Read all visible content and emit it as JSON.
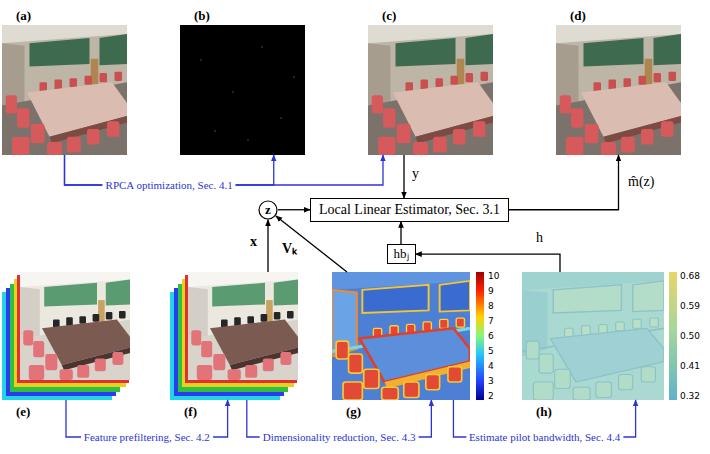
{
  "diagram": {
    "nodes": [
      {
        "text": [
          "(a)"
        ]
      },
      {
        "text": [
          "(b)"
        ]
      },
      {
        "text": [
          "(c)"
        ]
      },
      {
        "text": [
          "(d)"
        ]
      },
      {
        "text": [
          "z"
        ]
      },
      {
        "text": [
          "Local Linear Estimator, Sec. 3.1"
        ]
      },
      {
        "text": [
          "hbⱼ"
        ]
      },
      {
        "text": [
          "(e)"
        ]
      },
      {
        "text": [
          "(f)"
        ]
      },
      {
        "text": [
          "(g)"
        ]
      },
      {
        "text": [
          "(h)"
        ]
      }
    ],
    "edges": [
      {
        "from": 0,
        "to": 1,
        "arrow": "to",
        "label": "RPCA optimization, Sec. 4.1"
      },
      {
        "from": 0,
        "to": 2,
        "arrow": "to"
      },
      {
        "from": 2,
        "to": 5,
        "arrow": "to",
        "label": "y"
      },
      {
        "from": 5,
        "to": 3,
        "arrow": "to",
        "label": "m̂(z)"
      },
      {
        "from": 4,
        "to": 5,
        "arrow": "to"
      },
      {
        "from": 8,
        "to": 4,
        "arrow": "to",
        "label": "x"
      },
      {
        "from": 9,
        "to": 4,
        "arrow": "to",
        "label": "Vₖ"
      },
      {
        "from": 10,
        "to": 6,
        "arrow": "to",
        "label": "h"
      },
      {
        "from": 6,
        "to": 5,
        "arrow": "to"
      },
      {
        "from": 7,
        "to": 8,
        "arrow": "to",
        "label": "Feature prefiltering, Sec. 4.2"
      },
      {
        "from": 8,
        "to": 9,
        "arrow": "to",
        "label": "Dimensionality reduction, Sec. 4.3"
      },
      {
        "from": 9,
        "to": 10,
        "arrow": "to",
        "label": "Estimate pilot bandwidth, Sec. 4.4"
      }
    ],
    "labels": [
      "10",
      "9",
      "8",
      "7",
      "6",
      "5",
      "4",
      "3",
      "2",
      "0.68",
      "0.59",
      "0.50",
      "0.41",
      "0.32"
    ]
  }
}
